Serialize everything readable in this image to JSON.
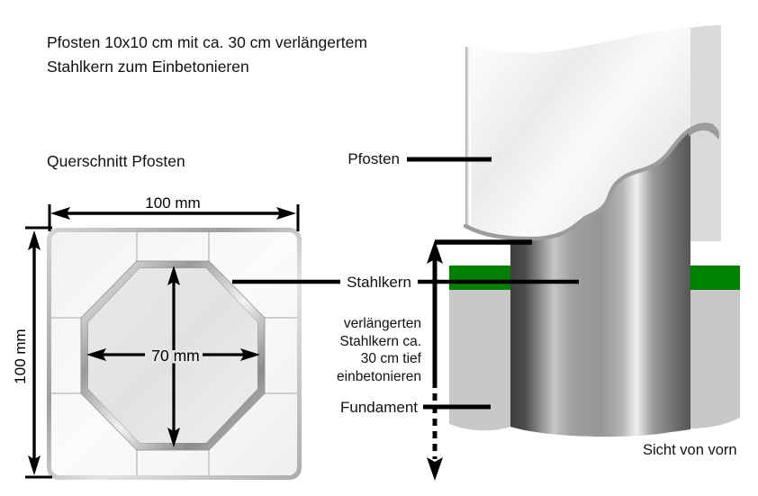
{
  "title": {
    "line1": "Pfosten 10x10 cm mit ca. 30 cm verlängertem",
    "line2": "Stahlkern zum Einbetonieren"
  },
  "cross_section": {
    "heading": "Querschnitt Pfosten",
    "dim_width": "100 mm",
    "dim_height": "100 mm",
    "dim_core": "70 mm"
  },
  "front_view": {
    "caption": "Sicht von vorn",
    "labels": {
      "post": "Pfosten",
      "core": "Stahlkern",
      "foundation": "Fundament"
    },
    "note": {
      "lines": [
        "verlängerten",
        "Stahlkern ca.",
        "30 cm tief",
        "einbetonieren"
      ]
    }
  },
  "colors": {
    "grass": "#008000",
    "foundation": "#c8c8c8",
    "post_side": "#d9d9d9",
    "steel_dark": "#3f3f3f",
    "line": "#000000",
    "rim": "#9c9c9c"
  }
}
